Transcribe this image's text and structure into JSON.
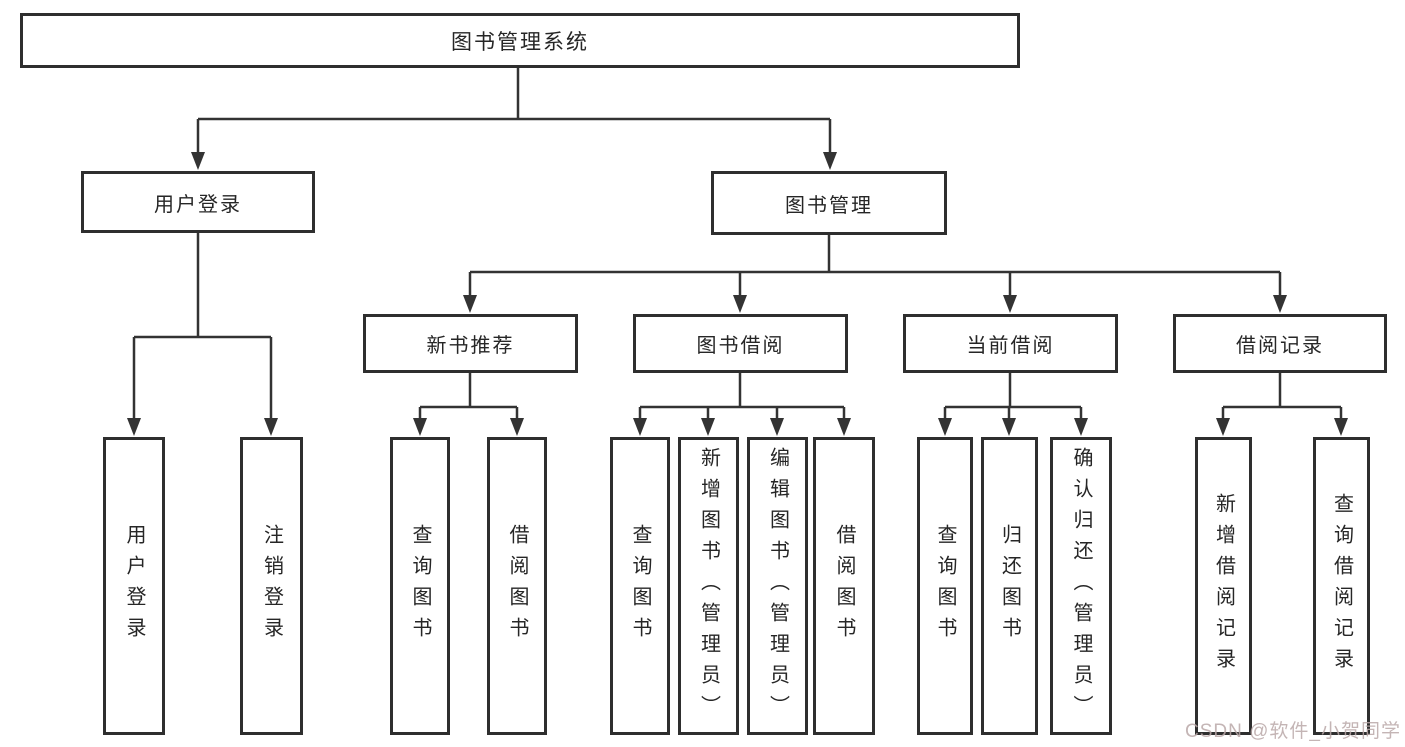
{
  "diagram": {
    "root": {
      "label": "图书管理系统"
    },
    "level2": {
      "user_login": "用户登录",
      "book_mgmt": "图书管理"
    },
    "level3": {
      "new_book_rec": "新书推荐",
      "book_borrow": "图书借阅",
      "current_borrow": "当前借阅",
      "borrow_record": "借阅记录"
    },
    "leaves": {
      "user_login": "用户登录",
      "logout": "注销登录",
      "nb_query_book": "查询图书",
      "nb_borrow_book": "借阅图书",
      "bb_query_book": "查询图书",
      "bb_add_book": "新增图书（管理员）",
      "bb_edit_book": "编辑图书（管理员）",
      "bb_borrow_book": "借阅图书",
      "cb_query_book": "查询图书",
      "cb_return_book": "归还图书",
      "cb_confirm_return": "确认归还（管理员）",
      "br_add_record": "新增借阅记录",
      "br_query_record": "查询借阅记录"
    }
  },
  "watermark": {
    "text": "CSDN @软件_小贺同学"
  },
  "colors": {
    "line": "#333333",
    "box_border": "#2e2e2e",
    "text": "#262626",
    "background": "#ffffff",
    "watermark": "#baa8a8"
  }
}
